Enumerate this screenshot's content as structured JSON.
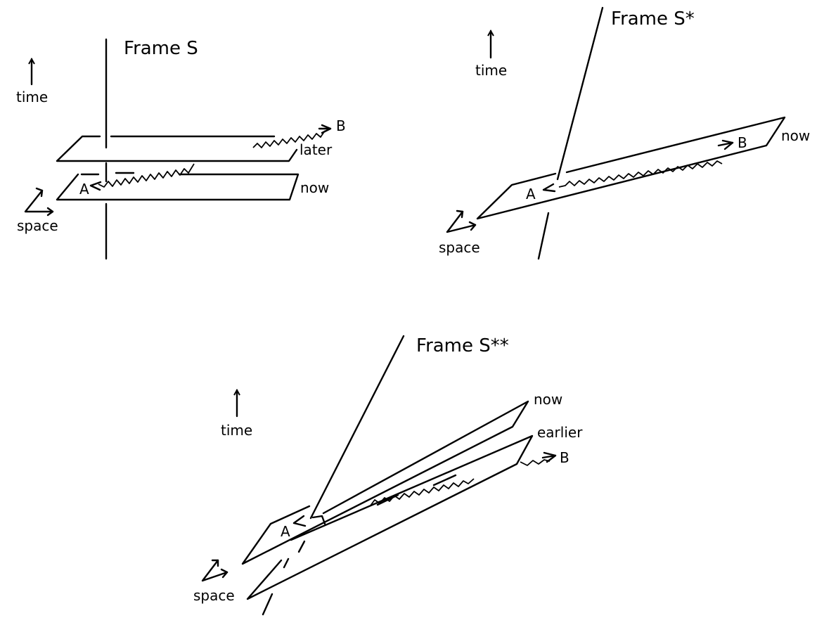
{
  "panels": {
    "frame_s": {
      "title": "Frame S",
      "time_label": "time",
      "space_label": "space",
      "point_a": "A",
      "point_b": "B",
      "slice_upper": "later",
      "slice_lower": "now"
    },
    "frame_s_star": {
      "title": "Frame S*",
      "time_label": "time",
      "space_label": "space",
      "point_a": "A",
      "point_b": "B",
      "slice": "now"
    },
    "frame_s_star_star": {
      "title": "Frame S**",
      "time_label": "time",
      "space_label": "space",
      "point_a": "A",
      "point_b": "B",
      "slice_upper": "now",
      "slice_lower": "earlier"
    }
  }
}
